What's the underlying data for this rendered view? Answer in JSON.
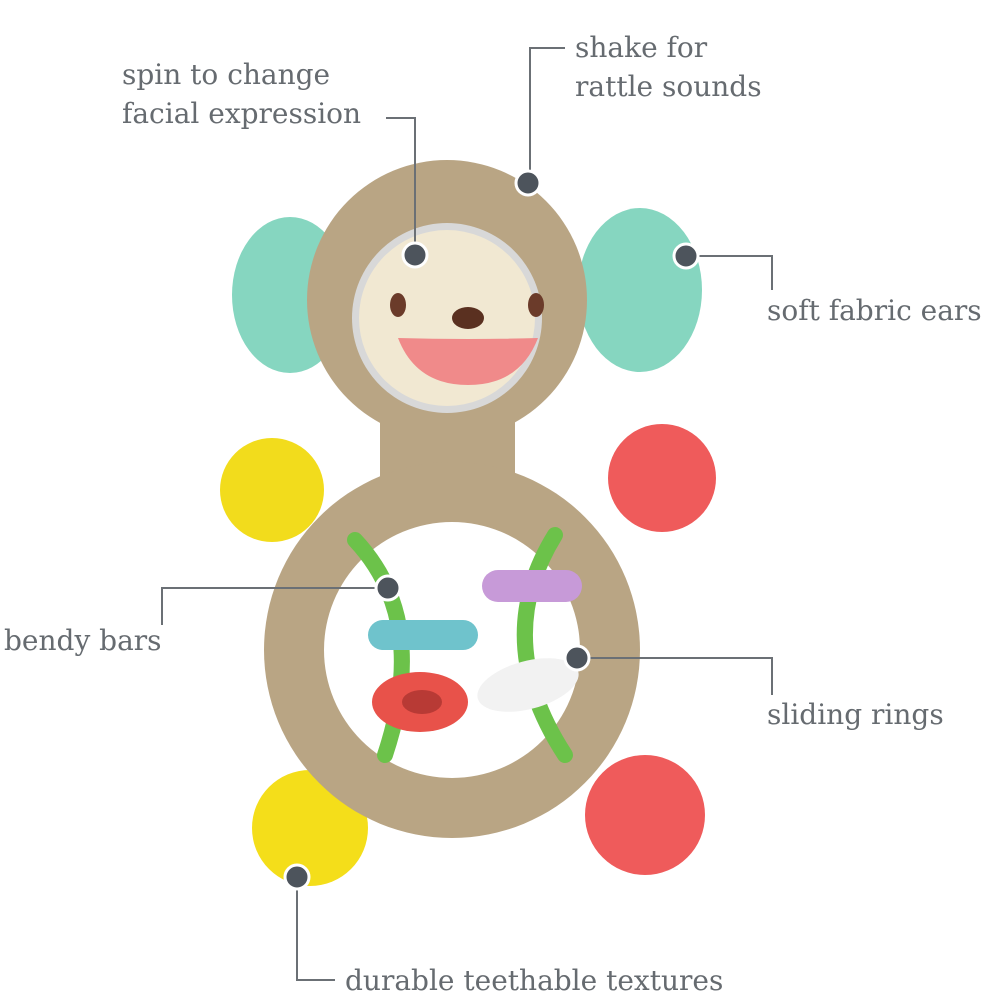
{
  "callouts": {
    "spin": {
      "line1": "spin to change",
      "line2": "facial expression"
    },
    "shake": {
      "line1": "shake for",
      "line2": "rattle sounds"
    },
    "ears": {
      "text": "soft fabric ears"
    },
    "bendy": {
      "text": "bendy bars"
    },
    "rings": {
      "text": "sliding rings"
    },
    "textures": {
      "text": "durable teethable textures"
    }
  },
  "colors": {
    "body": "#b9a584",
    "ears": "#86d6c0",
    "yellow": "#f2dc1c",
    "red": "#ef5b5b",
    "green": "#6cc24a",
    "face": "#f1e8d2"
  }
}
